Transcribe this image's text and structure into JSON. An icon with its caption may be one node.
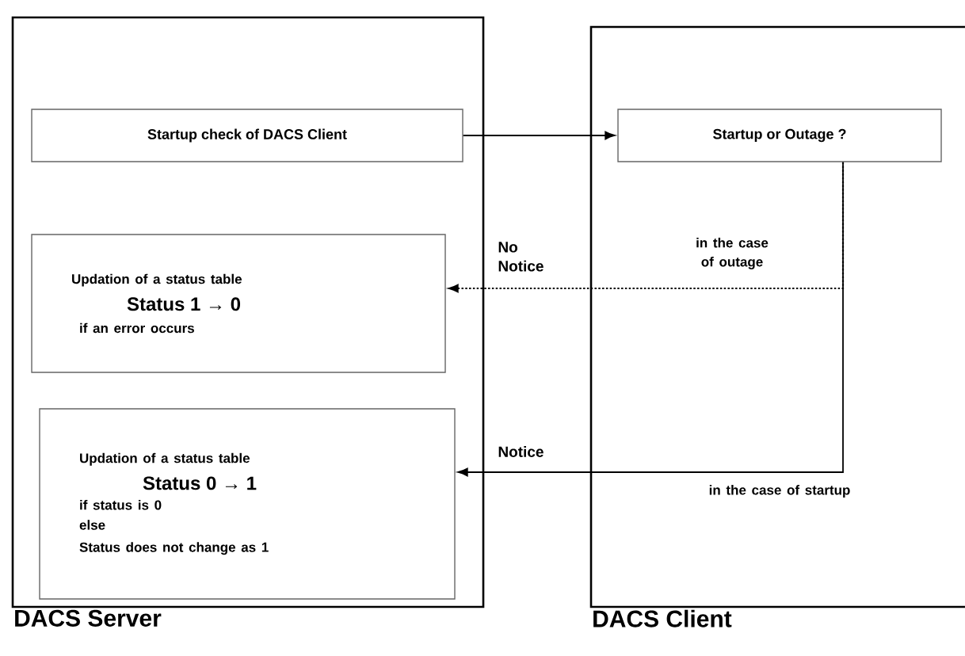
{
  "diagram": {
    "nodes": [
      {
        "text": [
          "DACS Server"
        ]
      },
      {
        "text": [
          "DACS Client"
        ]
      },
      {
        "text": [
          "Startup check of DACS Client"
        ],
        "in": 0
      },
      {
        "text": [
          "Startup or Outage ?"
        ],
        "in": 1
      },
      {
        "text": [
          "Updation of a status table",
          "Status 1 → 0",
          "if an error occurs"
        ],
        "in": 0
      },
      {
        "text": [
          "Updation of a status table",
          "Status 0 → 1",
          "if status is 0",
          "else",
          "Status does not change as 1"
        ],
        "in": 0
      }
    ],
    "edges": [
      {
        "from": 2,
        "to": 3,
        "arrow": "to"
      },
      {
        "from": 3,
        "to": 4,
        "arrow": "to",
        "label": "No Notice",
        "style": "dashed"
      },
      {
        "from": 3,
        "to": 5,
        "arrow": "to",
        "label": "Notice"
      }
    ],
    "labels": [
      "in the case of outage",
      "in the case of startup"
    ]
  }
}
